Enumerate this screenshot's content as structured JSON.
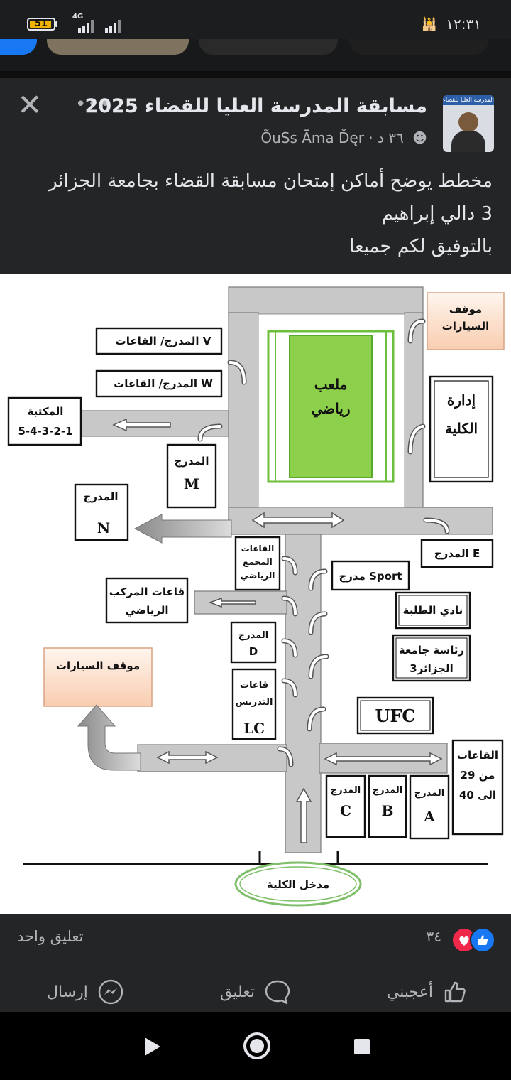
{
  "status_bar": {
    "time": "١٢:٣١",
    "battery_level": "51",
    "network": "4G"
  },
  "post": {
    "page_name": "مسابقة المدرسة العليا للقضاء 2025",
    "author": "ÕuSs Āma Ďęr",
    "time_ago": "٣٦ د",
    "avatar_banner": "المدرسة العليا للقضاء",
    "caption_lines": [
      "مخطط يوضح أماكن إمتحان مسابقة القضاء بجامعة الجزائر",
      "3 دالي إبراهيم",
      "بالتوفيق لكم جميعا"
    ]
  },
  "map": {
    "parking_top": [
      "موقف",
      "السيارات"
    ],
    "administration": [
      "إدارة",
      "الكلية"
    ],
    "sports_field": [
      "ملعب",
      "رياضي"
    ],
    "hall_v": "المدرج/ القاعات  V",
    "hall_w": "المدرج/ القاعات  W",
    "library": [
      "المكتبة",
      "5-4-3-2-1"
    ],
    "amphi_m": [
      "المدرج",
      "M"
    ],
    "amphi_n": [
      "المدرج",
      "N"
    ],
    "amphi_e": "المدرج  E",
    "sport_complex_rooms": [
      "القاعات",
      "المجمع",
      "الرياضي"
    ],
    "amphi_sport": "مدرج  Sport",
    "sport_center_rooms": [
      "قاعات المركب",
      "الرياضي"
    ],
    "student_club": "نادي الطلبة",
    "university_presidency": [
      "رئاسة جامعة",
      "الجزائر3"
    ],
    "amphi_d": [
      "المدرج",
      "D"
    ],
    "parking_left": "موقف السيارات",
    "teaching_rooms": [
      "قاعات",
      "التدريس",
      "LC"
    ],
    "ufc": "UFC",
    "rooms_29_40": [
      "القاعات",
      "من 29",
      "الى 40"
    ],
    "amphi_c": [
      "المدرج",
      "C"
    ],
    "amphi_b": [
      "المدرج",
      "B"
    ],
    "amphi_a": [
      "المدرج",
      "A"
    ],
    "entrance": "مدخل الكلية"
  },
  "engagement": {
    "reaction_count": "٣٤",
    "comment_count": "تعليق واحد"
  },
  "actions": {
    "like": "أعجبني",
    "comment": "تعليق",
    "send": "إرسال"
  },
  "colors": {
    "background": "#18191a",
    "card": "#242526",
    "field_green": "#8dd04b",
    "road_gray": "#c8c8c8",
    "parking_peach": "#fbd9c4",
    "like_blue": "#1877f2",
    "heart_red": "#f02849"
  }
}
